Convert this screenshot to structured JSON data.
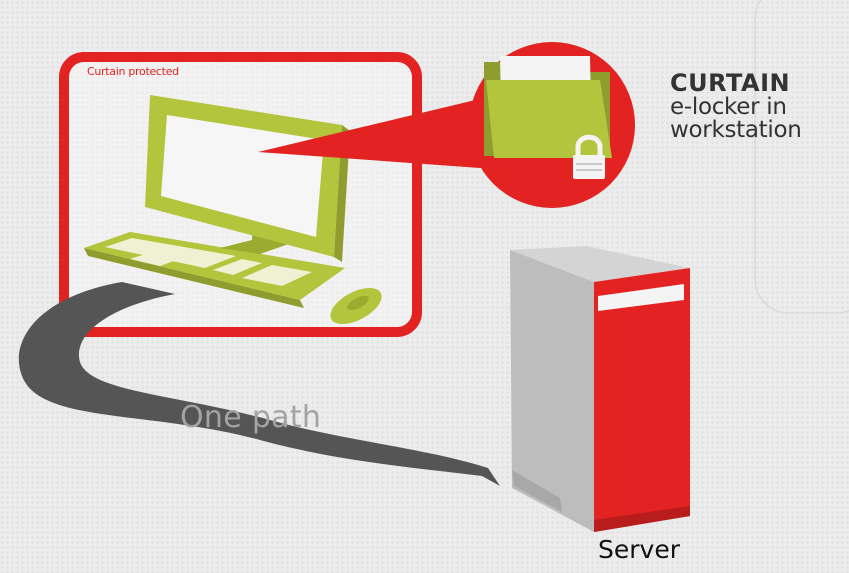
{
  "labels": {
    "protected": "Curtain protected",
    "brand_name": "CURTAIN",
    "brand_line1": "e-locker in",
    "brand_line2": "workstation",
    "path": "One path",
    "server": "Server"
  },
  "colors": {
    "red": "#e32222",
    "lime": "#b3c53c",
    "dark_gray": "#555555",
    "light_gray": "#bdbdbd",
    "text_dark": "#333333",
    "path_text": "#a3a3a3"
  },
  "icons": {
    "monitor": "computer-monitor-icon",
    "keyboard": "keyboard-icon",
    "mouse": "mouse-icon",
    "folder": "folder-icon",
    "lock": "padlock-icon",
    "server": "server-tower-icon"
  }
}
